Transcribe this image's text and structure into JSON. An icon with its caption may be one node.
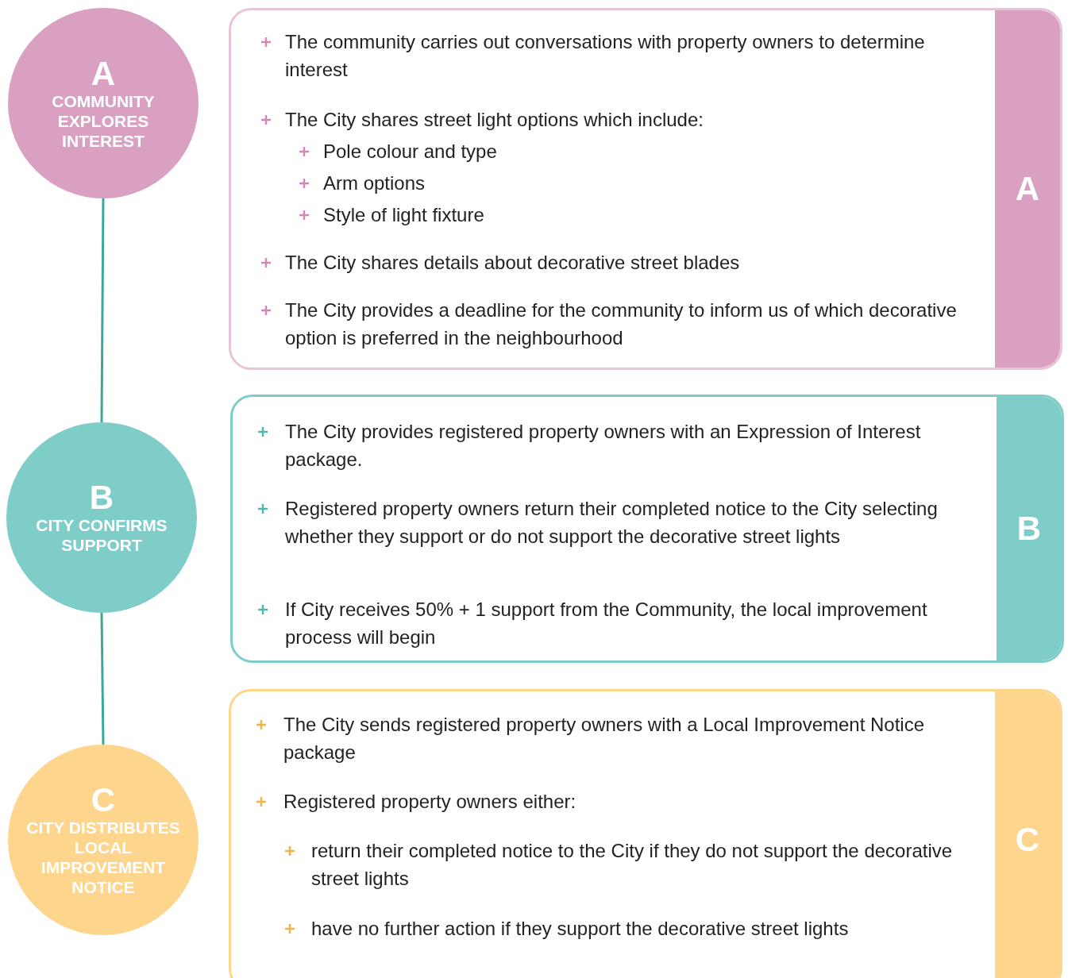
{
  "diagram": {
    "nodes": [
      {
        "text": [
          "A",
          "COMMUNITY EXPLORES INTEREST"
        ]
      },
      {
        "text": [
          "The community carries out conversations with property owners to determine interest",
          "The City shares street light options which include:",
          "Pole colour and type",
          "Arm options",
          "Style of light fixture",
          "The City shares details about decorative street blades",
          "The City provides a deadline for the community to inform us of which decorative option is preferred in the neighbourhood"
        ]
      },
      {
        "text": [
          "A"
        ],
        "in": 1
      },
      {
        "text": [
          "B",
          "CITY CONFIRMS SUPPORT"
        ]
      },
      {
        "text": [
          "The City provides registered property owners with an Expression of Interest package.",
          "Registered property owners return their completed notice to the City selecting whether they support or do not support the decorative street lights",
          "If City receives 50% + 1 support from the Community, the local improvement process will begin"
        ]
      },
      {
        "text": [
          "B"
        ],
        "in": 4
      },
      {
        "text": [
          "C",
          "CITY DISTRIBUTES LOCAL IMPROVEMENT NOTICE"
        ]
      },
      {
        "text": [
          "The City sends registered property owners with a Local Improvement Notice package",
          "Registered property owners either:",
          "return their completed notice to the City if they do not support the decorative street lights",
          "have no further action if they support the decorative street lights"
        ]
      },
      {
        "text": [
          "C"
        ],
        "in": 7
      }
    ],
    "edges": [
      {
        "from": 0,
        "to": 3,
        "arrow": "none"
      },
      {
        "from": 3,
        "to": 6,
        "arrow": "none"
      }
    ]
  }
}
